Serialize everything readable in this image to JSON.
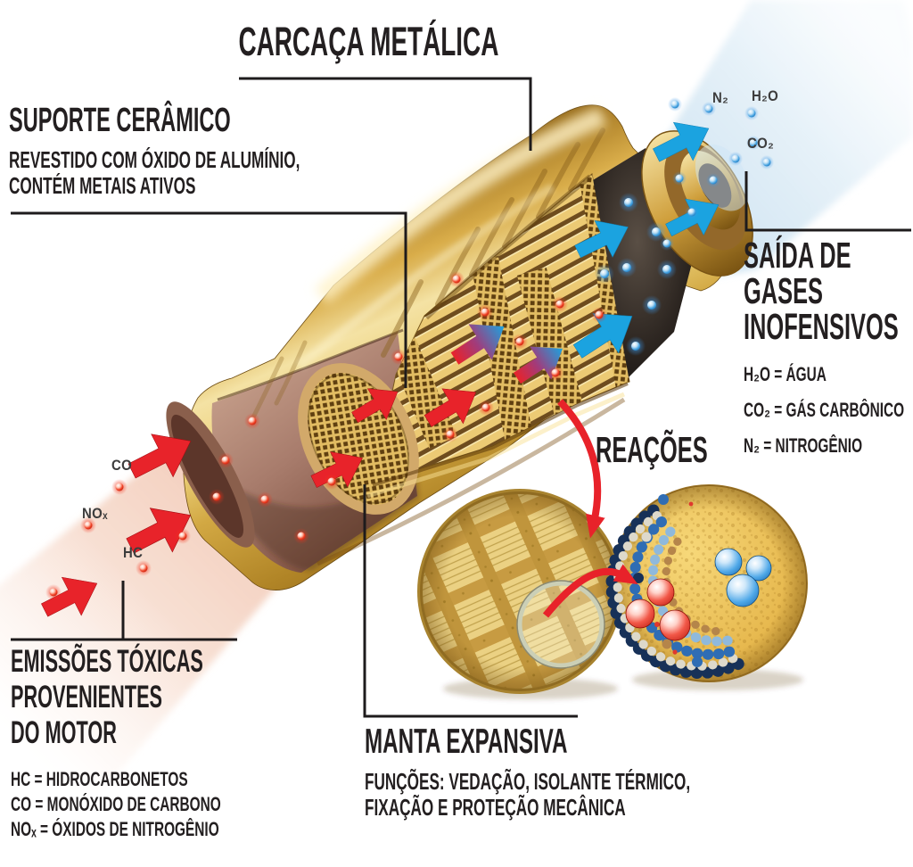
{
  "labels": {
    "carcaca_metalica": {
      "title": "CARCAÇA METÁLICA"
    },
    "suporte_ceramico": {
      "title": "SUPORTE CERÂMICO",
      "desc1": "REVESTIDO COM ÓXIDO DE ALUMÍNIO,",
      "desc2": "CONTÉM METAIS ATIVOS"
    },
    "saida_gases": {
      "title1": "SAÍDA DE",
      "title2": "GASES",
      "title3": "INOFENSIVOS",
      "legend1": "H₂O = ÁGUA",
      "legend2": "CO₂ = GÁS CARBÔNICO",
      "legend3": "N₂ = NITROGÊNIO"
    },
    "reacoes": {
      "title": "REAÇÕES"
    },
    "emissoes": {
      "title1": "EMISSÕES TÓXICAS",
      "title2": "PROVENIENTES",
      "title3": "DO MOTOR",
      "legend1": "HC = HIDROCARBONETOS",
      "legend2": "CO = MONÓXIDO DE CARBONO",
      "legend3": "NOₓ = ÓXIDOS DE NITROGÊNIO"
    },
    "manta_expansiva": {
      "title": "MANTA EXPANSIVA",
      "desc1": "FUNÇÕES: VEDAÇÃO, ISOLANTE TÉRMICO,",
      "desc2": "FIXAÇÃO E PROTEÇÃO MECÂNICA"
    },
    "inlet_gases": {
      "co": "CO",
      "nox": "NOₓ",
      "hc": "HC"
    },
    "outlet_gases": {
      "n2": "N₂",
      "h2o": "H₂O",
      "co2": "CO₂"
    }
  },
  "colors": {
    "text": "#231f20",
    "toxic_arrow_red": "#e8232a",
    "clean_arrow_blue": "#1ba3e0",
    "shell_gold": "#d9ad4a",
    "inlet_stream_pink": "#f2cdbb",
    "outlet_stream_blue": "#d8e9f4",
    "copper_interior": "#a5796a",
    "honeycomb_gold": "#e9c96f",
    "dark_chamber": "#2e2722"
  }
}
